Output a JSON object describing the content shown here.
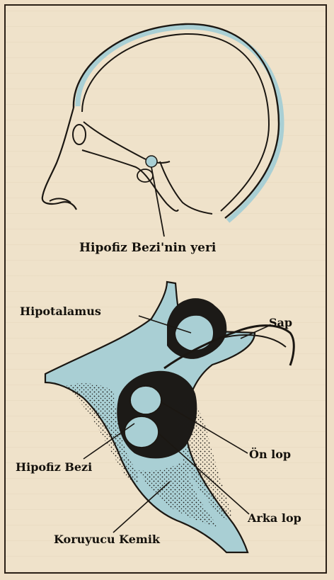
{
  "top_diagram": {
    "caption": "Hipofiz Bezi'nin yeri"
  },
  "bottom_diagram": {
    "labels": {
      "hypothalamus": "Hipotalamus",
      "stalk": "Sap",
      "front_lobe": "Ön lop",
      "pituitary": "Hipofiz Bezi",
      "back_lobe": "Arka lop",
      "bone": "Koruyucu Kemik"
    }
  },
  "colors": {
    "paper": "#efe2ca",
    "tissue": "#a9cfd4",
    "dark_tissue": "#1c1a17",
    "ink": "#14110c"
  }
}
